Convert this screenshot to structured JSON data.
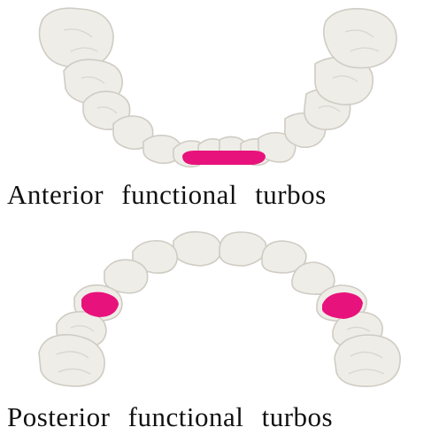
{
  "diagrams": {
    "anterior": {
      "caption": "Anterior functional turbos",
      "turbo_color": "#e8127c",
      "turbo_location": "lower incisors"
    },
    "posterior": {
      "caption": "Posterior functional turbos",
      "turbo_color": "#e8127c",
      "turbo_location": "upper first molars"
    }
  },
  "colors": {
    "tooth_fill": "#efede7",
    "tooth_outline": "#cfccc4",
    "accent": "#e8127c"
  }
}
